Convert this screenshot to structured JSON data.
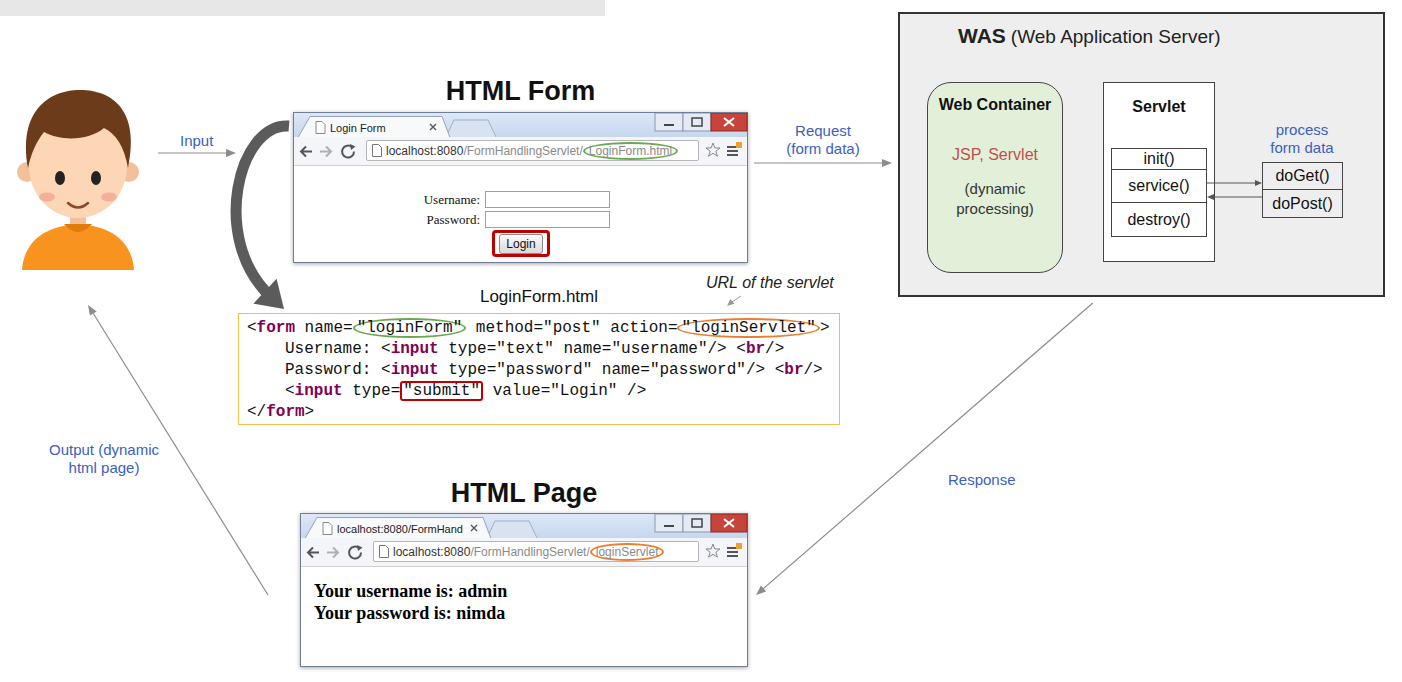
{
  "diagram": {
    "nodes": [
      {
        "text": [
          "HTML Form",
          "Login Form",
          "localhost:8080",
          "/FormHandlingServlet/",
          "LoginForm.html",
          "Username:",
          "Password:"
        ]
      },
      {
        "text": [
          "Login"
        ],
        "in": 0
      },
      {
        "text": [
          "LoginForm.html",
          "<",
          "form",
          " name=",
          "\"loginForm\"",
          " method=\"post\" action=",
          "\"loginServlet\"",
          ">",
          "Username: <",
          "input",
          " type=\"text\" name=\"username\"/> <",
          "br",
          "/>",
          "Password: <",
          "input",
          " type=\"password\" name=\"password\"/> <",
          "br",
          "/>",
          "<",
          "input",
          " type=",
          "\"submit\"",
          " value=\"Login\" />",
          "</",
          "form",
          ">"
        ]
      },
      {
        "text": [
          "WAS",
          "(Web Application Server)"
        ]
      },
      {
        "text": [
          "Web Container",
          "JSP, Servlet",
          "(dynamic processing)"
        ],
        "in": 3
      },
      {
        "text": [
          "Servlet"
        ],
        "in": 3
      },
      {
        "text": [
          "init()"
        ],
        "in": 5
      },
      {
        "text": [
          "service()"
        ],
        "in": 5
      },
      {
        "text": [
          "destroy()"
        ],
        "in": 5
      },
      {
        "text": [
          "doGet()"
        ],
        "in": 3
      },
      {
        "text": [
          "doPost()"
        ],
        "in": 3
      },
      {
        "text": [
          "HTML Page",
          "localhost:8080/FormHand",
          "localhost:8080",
          "/FormHandlingServlet/",
          "loginServlet",
          "Your username is: admin",
          "Your password is: nimda"
        ]
      }
    ],
    "edges": [
      {
        "from": 0,
        "to": 2,
        "arrow": "to"
      },
      {
        "from": 0,
        "to": 3,
        "label": "Request (form data)",
        "arrow": "to"
      },
      {
        "from": 3,
        "to": 11,
        "label": "Response",
        "arrow": "to"
      },
      {
        "from": 7,
        "to": 9,
        "arrow": "to"
      },
      {
        "from": 10,
        "to": 7,
        "arrow": "to"
      }
    ],
    "labels": [
      "Input",
      "URL of the servlet",
      "process form data",
      "Output (dynamic html page)"
    ]
  }
}
